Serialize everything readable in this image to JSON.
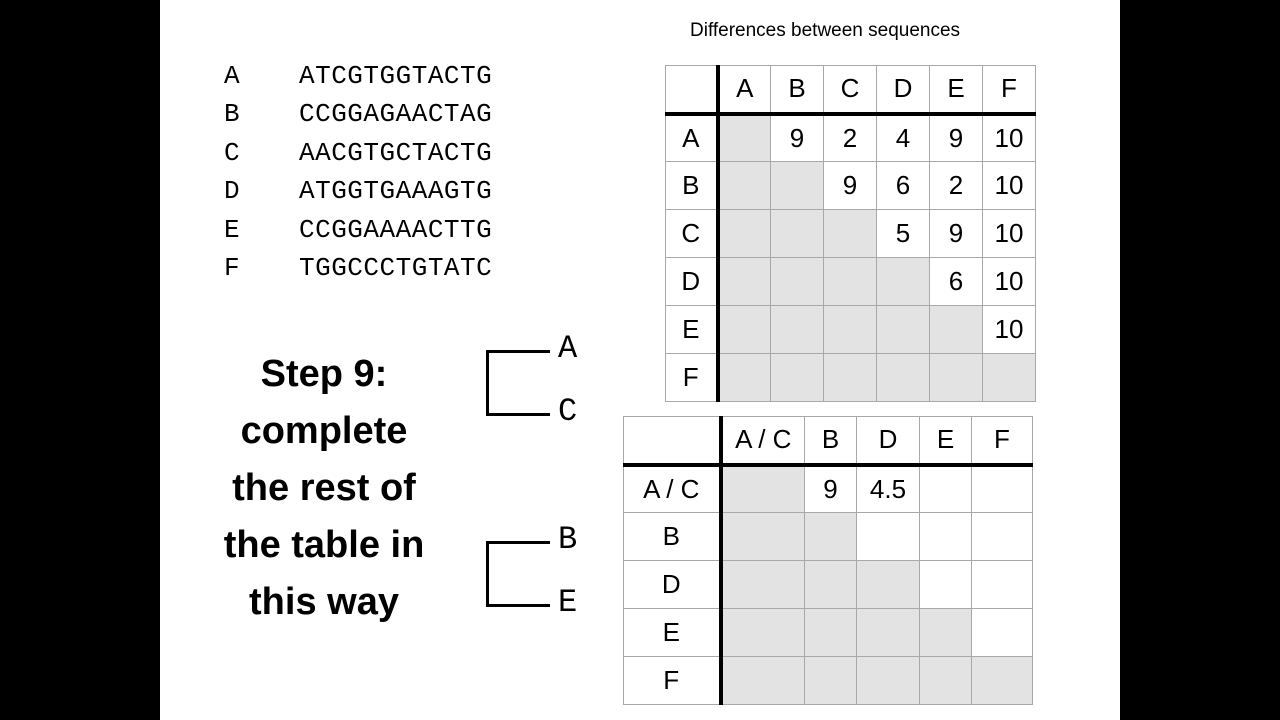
{
  "sequences": [
    {
      "label": "A",
      "seq": "ATCGTGGTACTG"
    },
    {
      "label": "B",
      "seq": "CCGGAGAACTAG"
    },
    {
      "label": "C",
      "seq": "AACGTGCTACTG"
    },
    {
      "label": "D",
      "seq": "ATGGTGAAAGTG"
    },
    {
      "label": "E",
      "seq": "CCGGAAAACTTG"
    },
    {
      "label": "F",
      "seq": "TGGCCCTGTATC"
    }
  ],
  "table_title": "Differences between sequences",
  "step_text": [
    "Step 9:",
    "complete",
    "the rest of",
    "the table in",
    "this way"
  ],
  "trees": [
    {
      "top": "A",
      "bottom": "C"
    },
    {
      "top": "B",
      "bottom": "E"
    }
  ],
  "table1": {
    "headers": [
      "A",
      "B",
      "C",
      "D",
      "E",
      "F"
    ],
    "rows": [
      {
        "label": "A",
        "cells": [
          "",
          "9",
          "2",
          "4",
          "9",
          "10"
        ]
      },
      {
        "label": "B",
        "cells": [
          "",
          "",
          "9",
          "6",
          "2",
          "10"
        ]
      },
      {
        "label": "C",
        "cells": [
          "",
          "",
          "",
          "5",
          "9",
          "10"
        ]
      },
      {
        "label": "D",
        "cells": [
          "",
          "",
          "",
          "",
          "6",
          "10"
        ]
      },
      {
        "label": "E",
        "cells": [
          "",
          "",
          "",
          "",
          "",
          "10"
        ]
      },
      {
        "label": "F",
        "cells": [
          "",
          "",
          "",
          "",
          "",
          ""
        ]
      }
    ]
  },
  "table2": {
    "headers": [
      "A / C",
      "B",
      "D",
      "E",
      "F"
    ],
    "rows": [
      {
        "label": "A / C",
        "cells": [
          "",
          "9",
          "4.5",
          "",
          ""
        ]
      },
      {
        "label": "B",
        "cells": [
          "",
          "",
          "",
          "",
          ""
        ]
      },
      {
        "label": "D",
        "cells": [
          "",
          "",
          "",
          "",
          ""
        ]
      },
      {
        "label": "E",
        "cells": [
          "",
          "",
          "",
          "",
          ""
        ]
      },
      {
        "label": "F",
        "cells": [
          "",
          "",
          "",
          "",
          ""
        ]
      }
    ]
  },
  "colors": {
    "shade": "#e3e3e3",
    "grid": "#a8a8a8",
    "background": "#ffffff",
    "border": "#000000"
  }
}
